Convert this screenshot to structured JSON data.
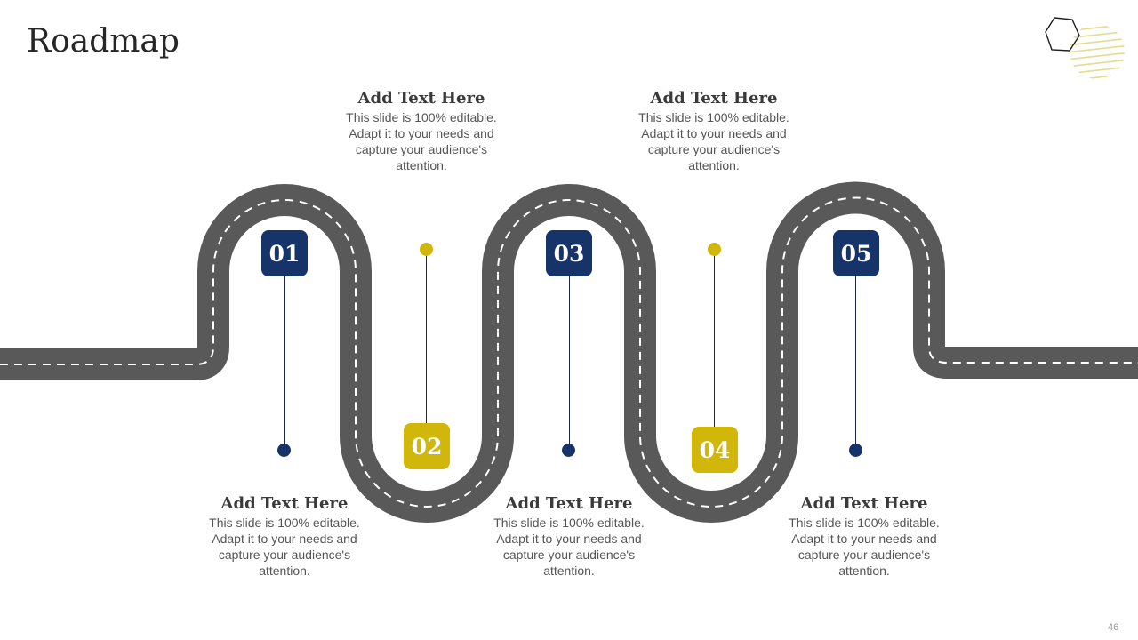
{
  "slide": {
    "title": "Roadmap",
    "page_number": "46"
  },
  "milestones": [
    {
      "number": "01",
      "color": "navy",
      "heading": "Add Text Here",
      "body": "This slide is 100% editable. Adapt it to your needs and capture your audience's attention."
    },
    {
      "number": "02",
      "color": "gold",
      "heading": "Add Text Here",
      "body": "This slide is 100% editable. Adapt it to your needs and capture your audience's attention."
    },
    {
      "number": "03",
      "color": "navy",
      "heading": "Add Text Here",
      "body": "This slide is 100% editable. Adapt it to your needs and capture your audience's attention."
    },
    {
      "number": "04",
      "color": "gold",
      "heading": "Add Text Here",
      "body": "This slide is 100% editable. Adapt it to your needs and capture your audience's attention."
    },
    {
      "number": "05",
      "color": "navy",
      "heading": "Add Text Here",
      "body": "This slide is 100% editable. Adapt it to your needs and capture your audience's attention."
    }
  ],
  "colors": {
    "navy": "#16336a",
    "gold": "#d1b70a",
    "road": "#595959",
    "road_dash": "#ffffff"
  },
  "decoration": {
    "icon": "hexagon-outline-icon",
    "pattern": "striped-circle"
  }
}
